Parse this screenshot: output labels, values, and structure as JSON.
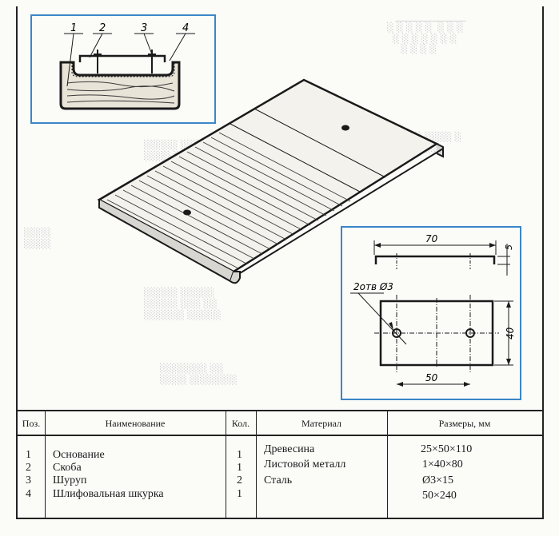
{
  "figure": {
    "callouts": [
      "1",
      "2",
      "3",
      "4"
    ],
    "dimensions": {
      "length": "70",
      "height": "5",
      "width": "40",
      "hole_spacing": "50",
      "holes": "2отв Ø3"
    }
  },
  "table": {
    "headers": {
      "pos": "Поз.",
      "name": "Наименование",
      "qty": "Кол.",
      "material": "Материал",
      "size": "Размеры, мм"
    },
    "rows": [
      {
        "pos": "1",
        "name": "Основание",
        "qty": "1",
        "material": "Древесина",
        "size": "25×50×110"
      },
      {
        "pos": "2",
        "name": "Скоба",
        "qty": "1",
        "material": "Листовой металл",
        "size": "1×40×80"
      },
      {
        "pos": "3",
        "name": "Шуруп",
        "qty": "2",
        "material": "Сталь",
        "size": "Ø3×15"
      },
      {
        "pos": "4",
        "name": "Шлифовальная шкурка",
        "qty": "1",
        "material": "",
        "size": "50×240"
      }
    ]
  },
  "colors": {
    "inset_border": "#3b86c8",
    "ink": "#1a1a1a"
  }
}
